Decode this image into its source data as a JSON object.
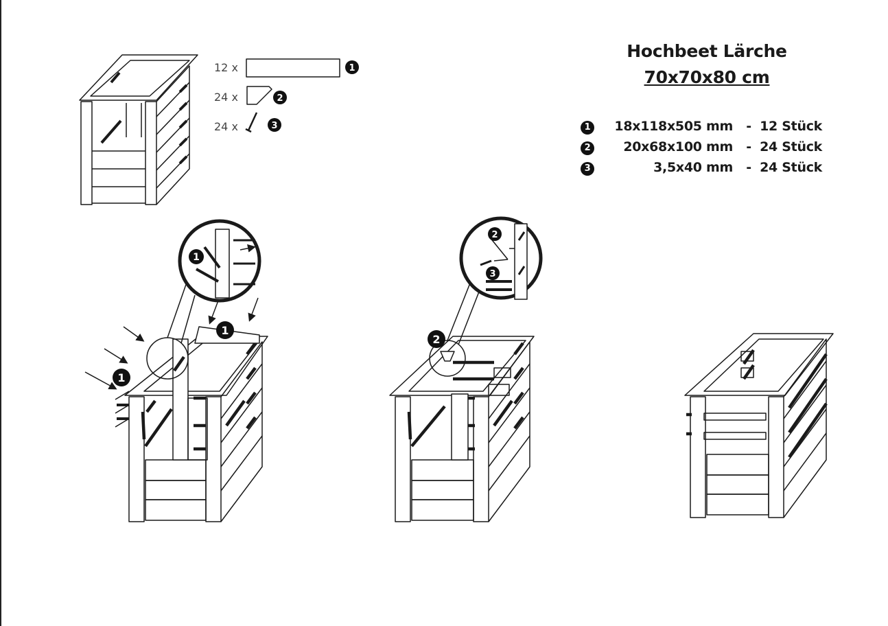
{
  "title": {
    "line1": "Hochbeet Lärche",
    "line2": "70x70x80 cm"
  },
  "parts_list": [
    {
      "number": "1",
      "quantity": "12 x"
    },
    {
      "number": "2",
      "quantity": "24 x"
    },
    {
      "number": "3",
      "quantity": "24 x"
    }
  ],
  "specs": [
    {
      "number": "1",
      "size": "18x118x505 mm",
      "dash": "-",
      "count": "12 Stück"
    },
    {
      "number": "2",
      "size": "20x68x100 mm",
      "dash": "-",
      "count": "24 Stück"
    },
    {
      "number": "3",
      "size": "3,5x40 mm",
      "dash": "-",
      "count": "24 Stück"
    }
  ],
  "callouts": {
    "board": "1",
    "bracket": "2",
    "screw": "3"
  },
  "colors": {
    "line": "#1a1a1a",
    "badge": "#111111",
    "paper": "#ffffff"
  }
}
